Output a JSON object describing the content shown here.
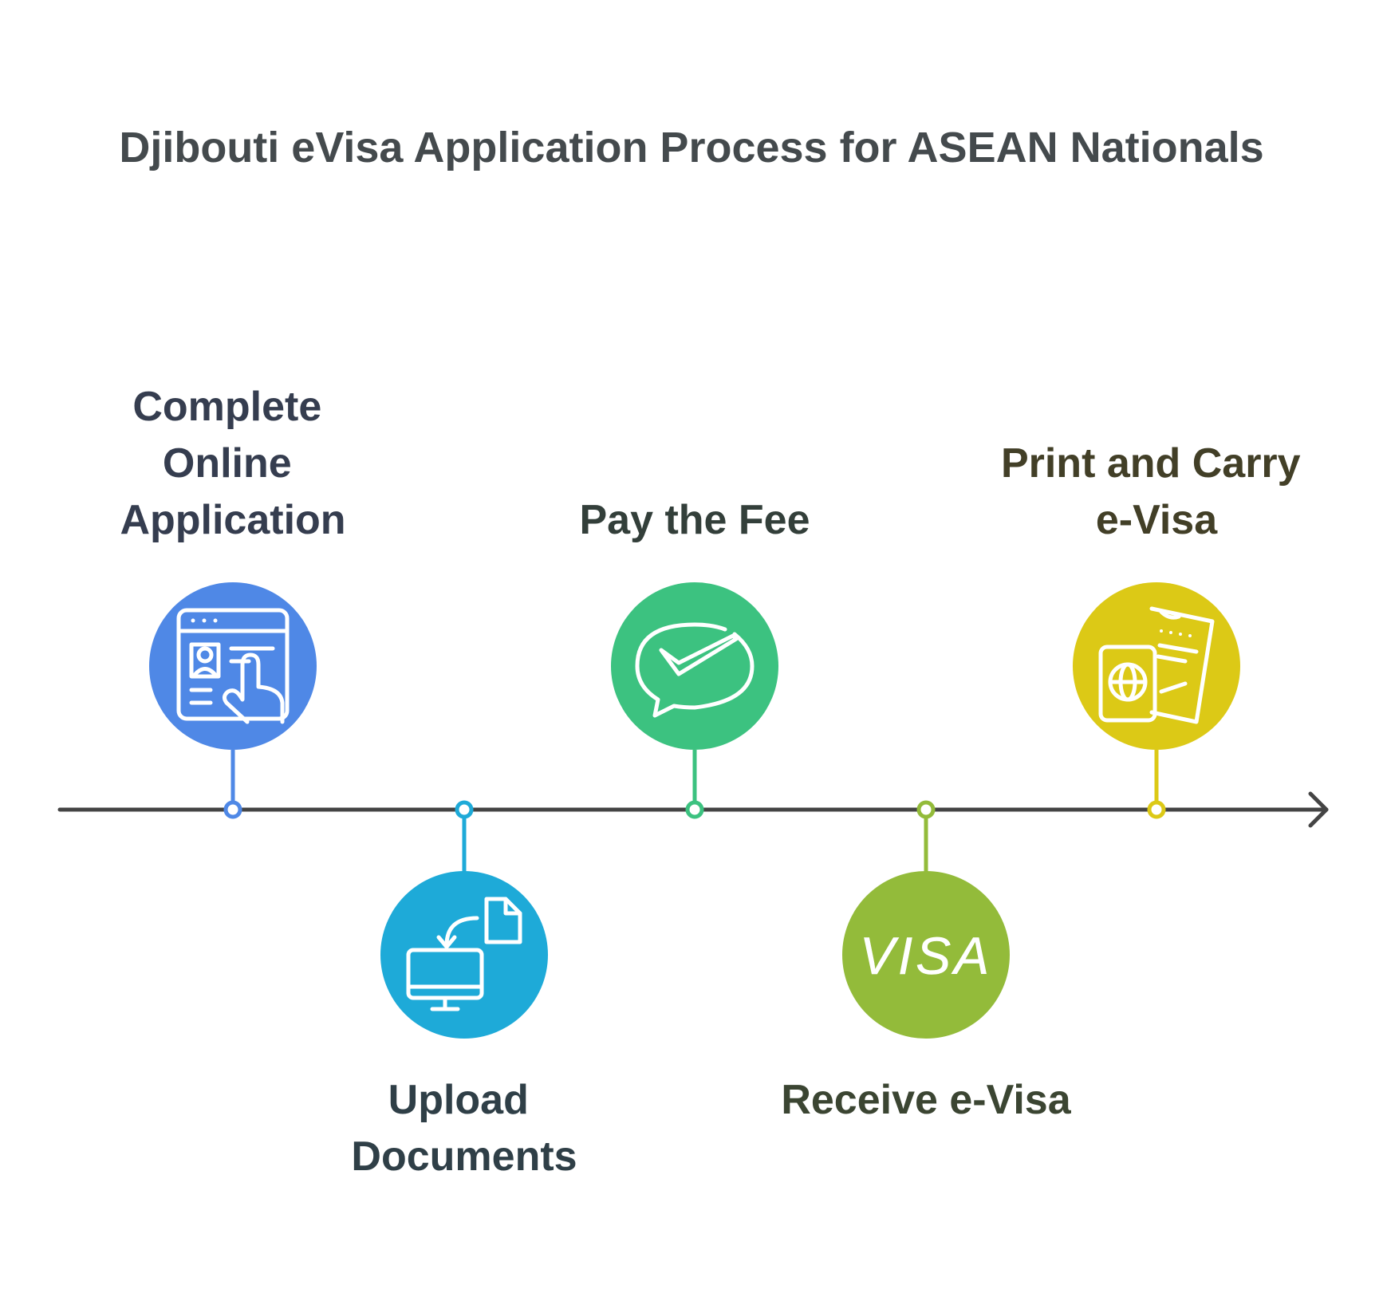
{
  "title": "Djibouti eVisa Application Process for ASEAN Nationals",
  "steps": [
    {
      "label_lines": [
        "Complete",
        "Online",
        "Application"
      ],
      "icon": "online-form-icon",
      "color": "#4f88e6",
      "text_color": "#353d4f"
    },
    {
      "label_lines": [
        "Upload",
        "Documents"
      ],
      "icon": "upload-documents-icon",
      "color": "#1eaad8",
      "text_color": "#2f3f47"
    },
    {
      "label_lines": [
        "Pay the Fee"
      ],
      "icon": "chat-check-icon",
      "color": "#3cc280",
      "text_color": "#333f3a"
    },
    {
      "label_lines": [
        "Receive e-Visa"
      ],
      "icon": "visa-icon",
      "icon_text": "VISA",
      "color": "#93bb3a",
      "text_color": "#3b4532"
    },
    {
      "label_lines": [
        "Print and Carry",
        "e-Visa"
      ],
      "icon": "passport-ticket-icon",
      "color": "#dcc916",
      "text_color": "#423f27"
    }
  ],
  "timeline": {
    "line_color": "#444444"
  }
}
